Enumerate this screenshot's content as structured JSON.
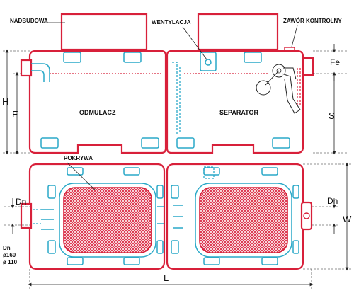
{
  "labels": {
    "nadbudowa": "NADBUDOWA",
    "wentylacja": "WENTYLACJA",
    "zawor": "ZAWÓR KONTROLNY",
    "odmulacz": "ODMULACZ",
    "separator": "SEPARATOR",
    "pokrywa": "POKRYWA"
  },
  "dimensions": {
    "fe": "Fe",
    "h": "H",
    "e": "E",
    "s": "S",
    "dn_left": "Dn",
    "dn_right": "Dn",
    "w": "W",
    "l": "L"
  },
  "dn_note": {
    "title": "Dn",
    "d1": "ø160",
    "d2": "ø 110"
  },
  "colors": {
    "tank": "#d8203a",
    "fittings": "#2aa9c8",
    "hatch": "#d8203a"
  }
}
